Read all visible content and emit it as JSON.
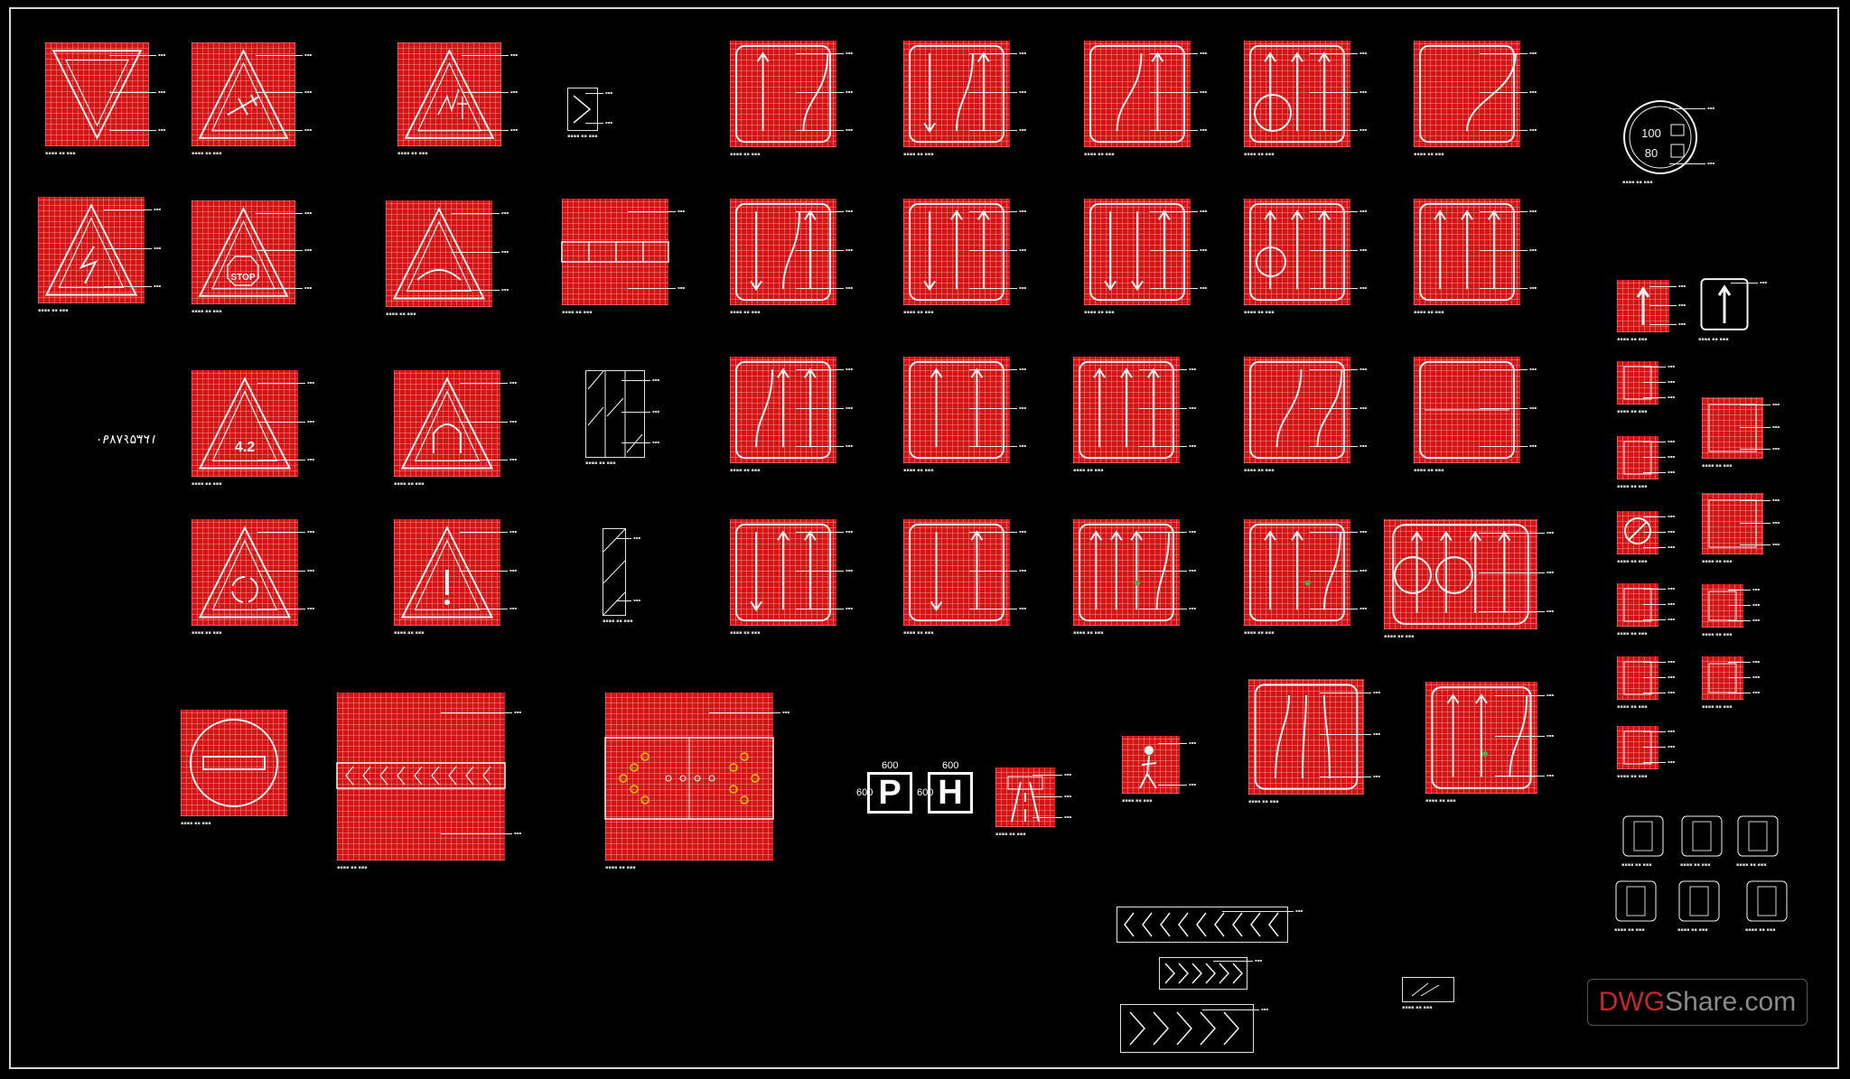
{
  "colors": {
    "sign_red": "#d41414",
    "line_white": "#f2f2f2",
    "background": "#000000",
    "accent_green": "#4caf50",
    "accent_yellow": "#e6c000"
  },
  "watermark": {
    "part_a": "DWG",
    "part_b": "Share.com"
  },
  "parking_labels": {
    "p": "P",
    "h": "H",
    "dim_top": "600",
    "dim_side": "600"
  },
  "mirrored_code": "۱۲۳۵۶۷۸۹۰",
  "sign_texts": {
    "stop": "STOP",
    "height_value": "4.2",
    "speed_top": "100",
    "speed_bottom": "80"
  }
}
